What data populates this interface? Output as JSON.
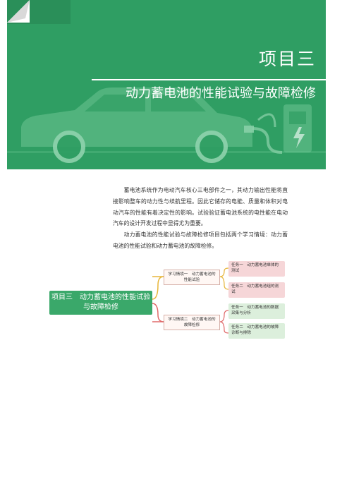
{
  "header": {
    "project_label": "项目三",
    "course_title": "动力蓄电池的性能试验与故障检修"
  },
  "intro": {
    "paragraphs": [
      "蓄电池系统作为电动汽车核心三电部件之一，其动力输出性能将直接影响整车的动力性与续航里程。因此它储存的电能、质量和体积对电动汽车的性能有着决定性的影响。试验验证蓄电池系统的电性能在电动汽车的设计开发过程中显得尤为重要。",
      "动力蓄电池的性能试验与故障检修项目包括两个学习情境：动力蓄电池的性能试验和动力蓄电池的故障检修。"
    ]
  },
  "mindmap": {
    "root": "项目三　动力蓄电池的性能试验与故障检修",
    "situations": [
      {
        "label": "学习情境一　动力蓄电池的性能试验",
        "tasks": [
          "任务一　动力蓄电池单体的测试",
          "任务二　动力蓄电池组的测试"
        ]
      },
      {
        "label": "学习情境二　动力蓄电池的故障检修",
        "tasks": [
          "任务一　动力蓄电池的数据采集与分析",
          "任务二　动力蓄电池的故障诊断与排除"
        ]
      }
    ],
    "colors": {
      "situation1_line": "#e7b63a",
      "situation2_line": "#e06a6a",
      "root_fill": "#3aa86a"
    }
  },
  "theme": {
    "banner_color": "#2f9e63"
  }
}
